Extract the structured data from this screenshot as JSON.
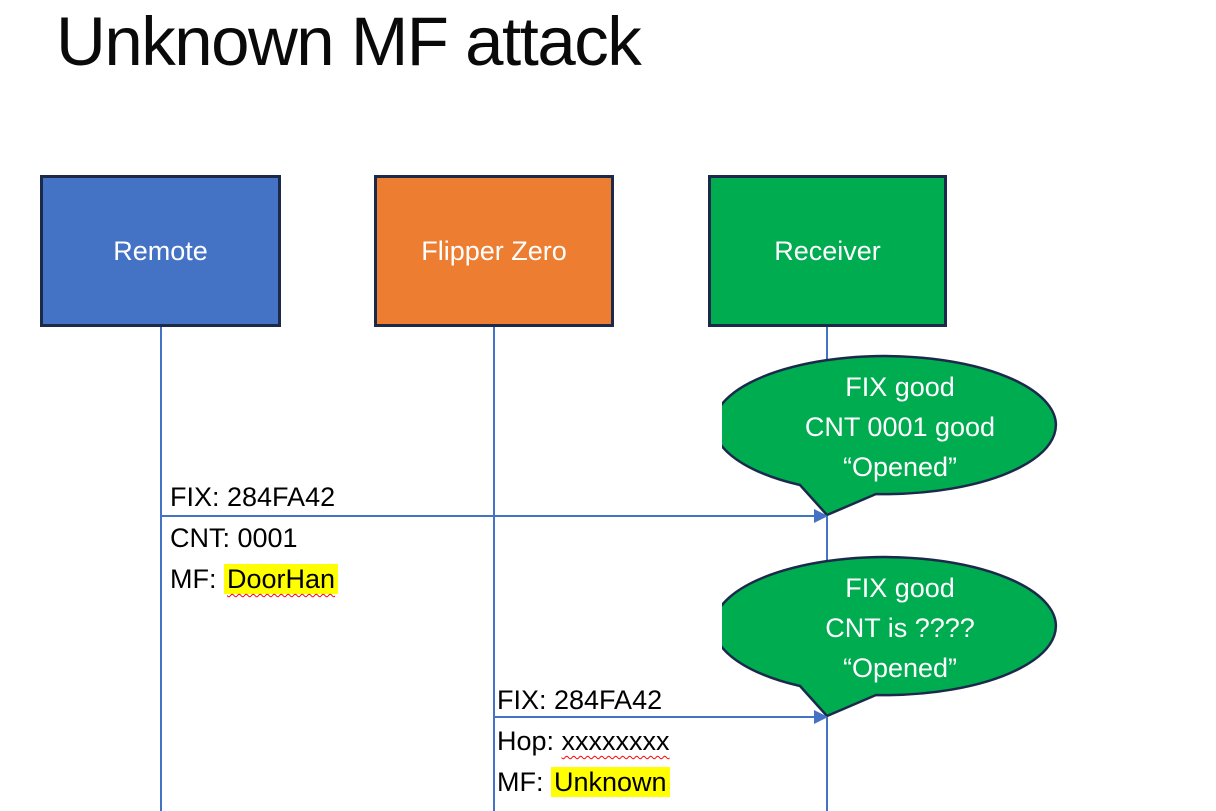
{
  "title": "Unknown MF attack",
  "actors": [
    {
      "id": "remote",
      "label": "Remote",
      "fill": "#4472C4"
    },
    {
      "id": "flipper-zero",
      "label": "Flipper Zero",
      "fill": "#ED7D31"
    },
    {
      "id": "receiver",
      "label": "Receiver",
      "fill": "#00AC50"
    }
  ],
  "messages": [
    {
      "from": "remote",
      "to": "receiver",
      "lines": [
        {
          "text": "FIX: 284FA42"
        },
        {
          "text": "CNT: 0001"
        },
        {
          "prefix": "MF: ",
          "value": "DoorHan",
          "highlight": true,
          "squiggle": true
        }
      ]
    },
    {
      "from": "flipper-zero",
      "to": "receiver",
      "lines": [
        {
          "text": "FIX: 284FA42"
        },
        {
          "prefix": "Hop: ",
          "value": "xxxxxxxx",
          "squiggle": true
        },
        {
          "prefix": "MF: ",
          "value": "Unknown",
          "highlight": true
        }
      ]
    }
  ],
  "bubbles": [
    {
      "attached_to": "receiver",
      "lines": [
        "FIX good",
        "CNT 0001 good",
        "“Opened”"
      ]
    },
    {
      "attached_to": "receiver",
      "lines": [
        "FIX good",
        "CNT is ????",
        "“Opened”"
      ]
    }
  ],
  "colors": {
    "background": "#FFFFFF",
    "box_border": "#1b2a4a",
    "remote_fill": "#4472C4",
    "flipper_fill": "#ED7D31",
    "receiver_fill": "#00AC50",
    "bubble_fill": "#00AC50",
    "line_blue": "#4472C4",
    "highlight_yellow": "#FFFF00",
    "squiggle_red": "#FF0000",
    "title_text": "#0A0A0A",
    "label_text": "#000000",
    "bubble_text": "#FFFFFF"
  }
}
